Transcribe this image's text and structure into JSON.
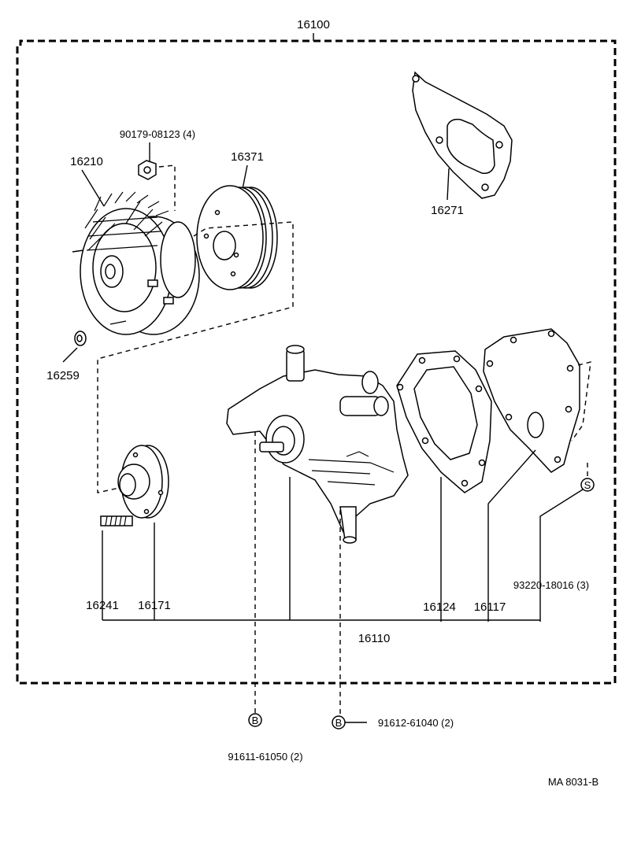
{
  "assembly": {
    "number": "16100",
    "subassembly": "16110"
  },
  "parts": {
    "fan_clutch": "16210",
    "fan_clutch_bolt": "90179-08123 (4)",
    "pulley": "16371",
    "cover_gasket": "16271",
    "washer": "16259",
    "stud": "16241",
    "hub": "16171",
    "gasket": "16124",
    "plate": "16117",
    "stud_s": "93220-18016 (3)",
    "bolt_left": "91611-61050 (2)",
    "bolt_right": "91612-61040 (2)"
  },
  "symbols": {
    "s": "S",
    "b": "B"
  },
  "figure_code": "MA  8031-B"
}
